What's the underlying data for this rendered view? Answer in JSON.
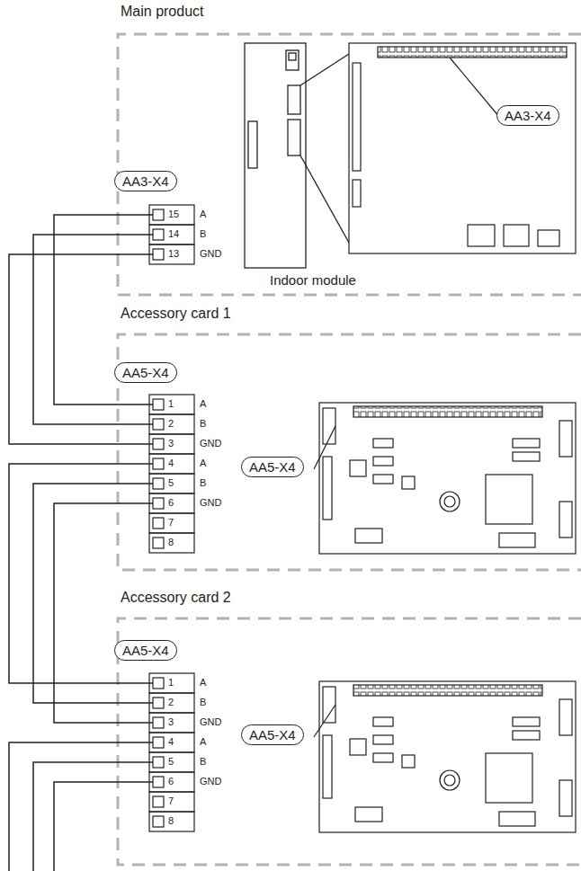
{
  "diagram": {
    "nodes": [
      {
        "text": [
          "Main product"
        ]
      },
      {
        "text": [
          "AA3-X4"
        ],
        "in": 0
      },
      {
        "text": [
          "AA3-X4"
        ],
        "in": 0
      },
      {
        "text": [
          "Accessory card 1"
        ]
      },
      {
        "text": [
          "AA5-X4"
        ],
        "in": 3
      },
      {
        "text": [
          "AA5-X4"
        ],
        "in": 3
      },
      {
        "text": [
          "Accessory card 2"
        ]
      },
      {
        "text": [
          "AA5-X4"
        ],
        "in": 6
      },
      {
        "text": [
          "AA5-X4"
        ],
        "in": 6
      }
    ],
    "labels": [
      "Indoor module",
      "15",
      "A",
      "14",
      "B",
      "13",
      "GND",
      "1",
      "A",
      "2",
      "B",
      "3",
      "GND",
      "4",
      "A",
      "5",
      "B",
      "6",
      "GND",
      "7",
      "8",
      "1",
      "A",
      "2",
      "B",
      "3",
      "GND",
      "4",
      "A",
      "5",
      "B",
      "6",
      "GND",
      "7",
      "8"
    ]
  }
}
